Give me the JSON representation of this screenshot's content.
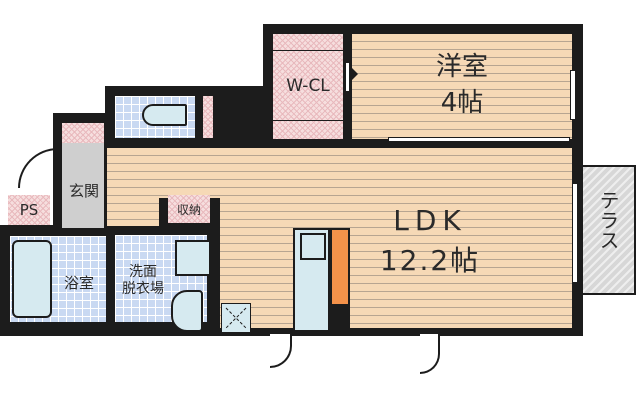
{
  "floorplan": {
    "rooms": {
      "western_room": {
        "name": "洋室",
        "size": "4帖"
      },
      "walk_in_closet": {
        "name": "W-CL"
      },
      "ldk": {
        "name": "LDK",
        "size": "12.2帖"
      },
      "entrance": {
        "name": "玄関"
      },
      "pipe_space": {
        "name": "PS"
      },
      "storage": {
        "name": "収納"
      },
      "bathroom": {
        "name": "浴室"
      },
      "washroom": {
        "name": "洗面\n脱衣場",
        "line1": "洗面",
        "line2": "脱衣場"
      },
      "terrace": {
        "name": "テラス"
      }
    },
    "colors": {
      "wall": "#1c1c1c",
      "wood_floor": "#f6d9b6",
      "tile_floor": "#c9d9f2",
      "closet_floor": "#f6dede",
      "entrance_floor": "#cfcfcf",
      "kitchen_counter": "#f3924a",
      "fixture": "#d6eaf0"
    }
  }
}
